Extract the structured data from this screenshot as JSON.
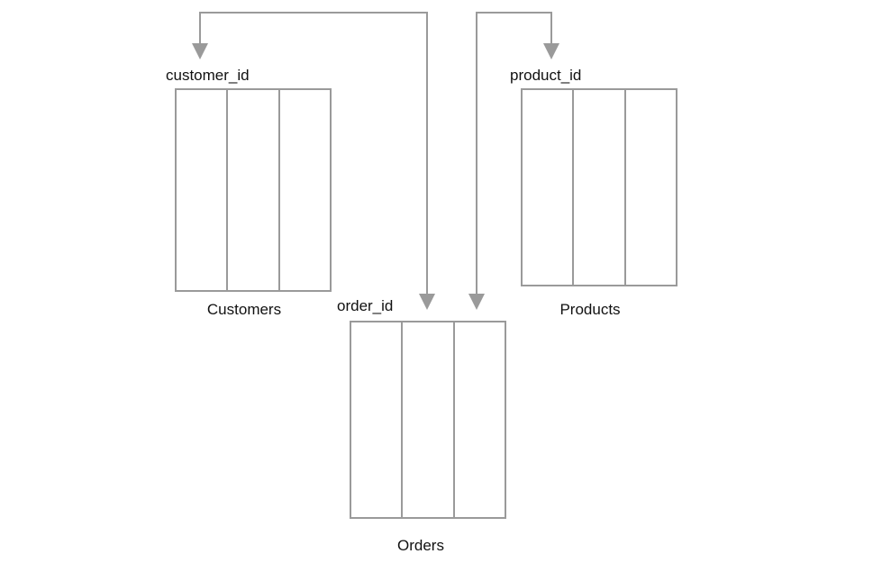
{
  "diagram": {
    "line_color": "#9a9a9a",
    "tables": {
      "customers": {
        "name": "Customers",
        "key": "customer_id",
        "columns": 3
      },
      "products": {
        "name": "Products",
        "key": "product_id",
        "columns": 3
      },
      "orders": {
        "name": "Orders",
        "key": "order_id",
        "columns": 3
      }
    },
    "connectors": [
      {
        "from": "orders",
        "to": "customers",
        "via": "customer_id"
      },
      {
        "from": "orders",
        "to": "products",
        "via": "product_id"
      }
    ]
  }
}
